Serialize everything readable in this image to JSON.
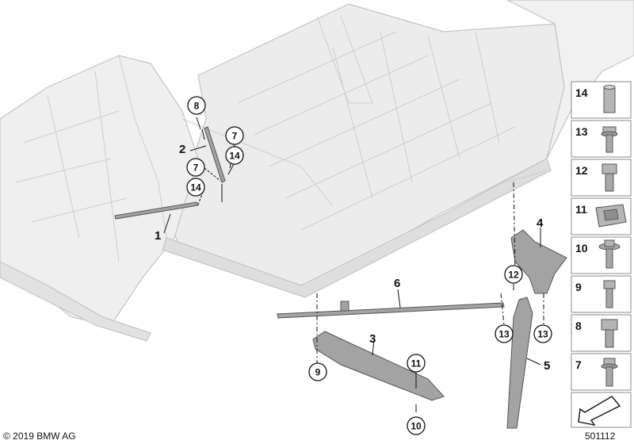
{
  "diagram": {
    "callouts": [
      "1",
      "2",
      "3",
      "4",
      "5",
      "6"
    ],
    "circled_refs": [
      "8",
      "7",
      "14",
      "7",
      "14",
      "12",
      "13",
      "13",
      "9",
      "11",
      "10"
    ],
    "legend": [
      "14",
      "13",
      "12",
      "11",
      "10",
      "9",
      "8",
      "7"
    ],
    "copyright": "© 2019 BMW AG",
    "diagram_number": "501112"
  },
  "colors": {
    "body_fill": "#e9e9e9",
    "body_edge": "#c2c2c2",
    "part_fill": "#9a9a9a",
    "part_edge": "#555555",
    "line": "#111111"
  },
  "icons": [
    "screw-icon",
    "nut-icon",
    "clip-icon",
    "sleeve-icon",
    "arrow-icon"
  ]
}
